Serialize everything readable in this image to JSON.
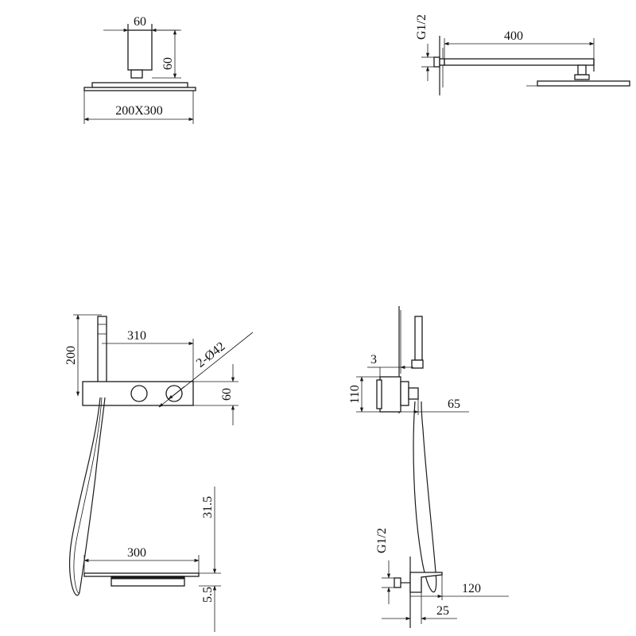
{
  "dimensions": {
    "head_arm_width": "60",
    "head_arm_height": "60",
    "head_size": "200X300",
    "thread_top": "G1/2",
    "arm_length": "400",
    "handheld_height": "200",
    "valve_length": "310",
    "knob_diameter": "2-Ø42",
    "valve_height": "60",
    "wall_gap": "3",
    "box_height": "110",
    "protrusion": "65",
    "spout_width": "300",
    "spout_offset_top": "31.5",
    "spout_thickness": "5.5",
    "thread_bottom": "G1/2",
    "spout_projection": "120",
    "spout_base": "25"
  }
}
